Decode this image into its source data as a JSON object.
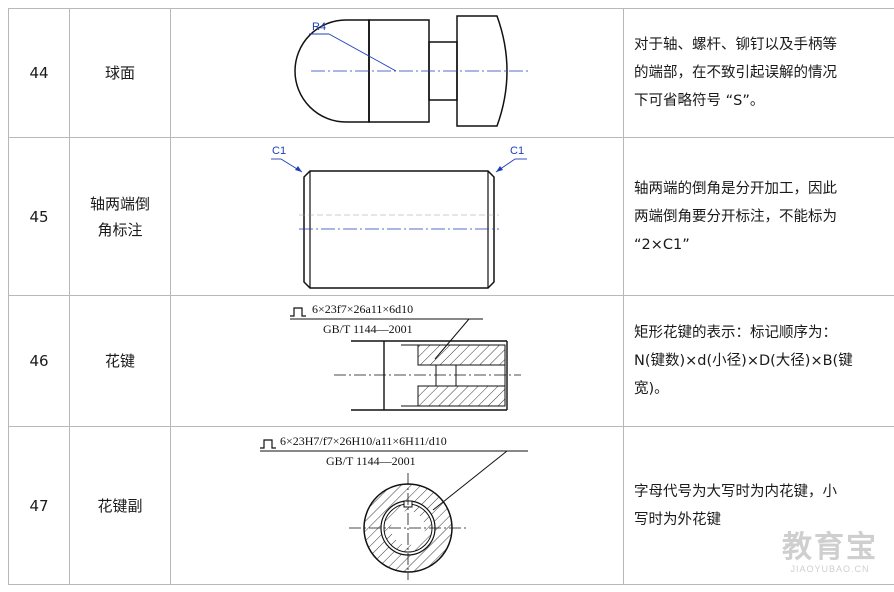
{
  "rows": [
    {
      "no": "44",
      "name": "球面",
      "desc": [
        "对于轴、螺杆、铆钉以及手柄等",
        "的端部，在不致引起误解的情况",
        "下可省略符号 “S”。"
      ],
      "fig_labels": {
        "radius": "R4"
      }
    },
    {
      "no": "45",
      "name": [
        "轴两端倒",
        "角标注"
      ],
      "desc": [
        "轴两端的倒角是分开加工，因此",
        "两端倒角要分开标注，不能标为",
        " “2×C1”"
      ],
      "fig_labels": {
        "left_chamfer": "C1",
        "right_chamfer": "C1"
      }
    },
    {
      "no": "46",
      "name": "花键",
      "desc": [
        "矩形花键的表示：标记顺序为：",
        "N(键数)×d(小径)×D(大径)×B(键",
        "宽)。"
      ],
      "fig_labels": {
        "spec": "6×23f7×26a11×6d10",
        "standard": "GB/T 1144—2001"
      }
    },
    {
      "no": "47",
      "name": "花键副",
      "desc": [
        "字母代号为大写时为内花键，小",
        "写时为外花键"
      ],
      "fig_labels": {
        "spec": "6×23H7/f7×26H10/a11×6H11/d10",
        "standard": "GB/T 1144—2001"
      }
    }
  ],
  "watermark": {
    "cn": "教育宝",
    "en": "JIAOYUBAO.CN"
  },
  "colors": {
    "dimension": "#1c3fb8",
    "border": "#b8b8b8",
    "line": "#111111"
  }
}
